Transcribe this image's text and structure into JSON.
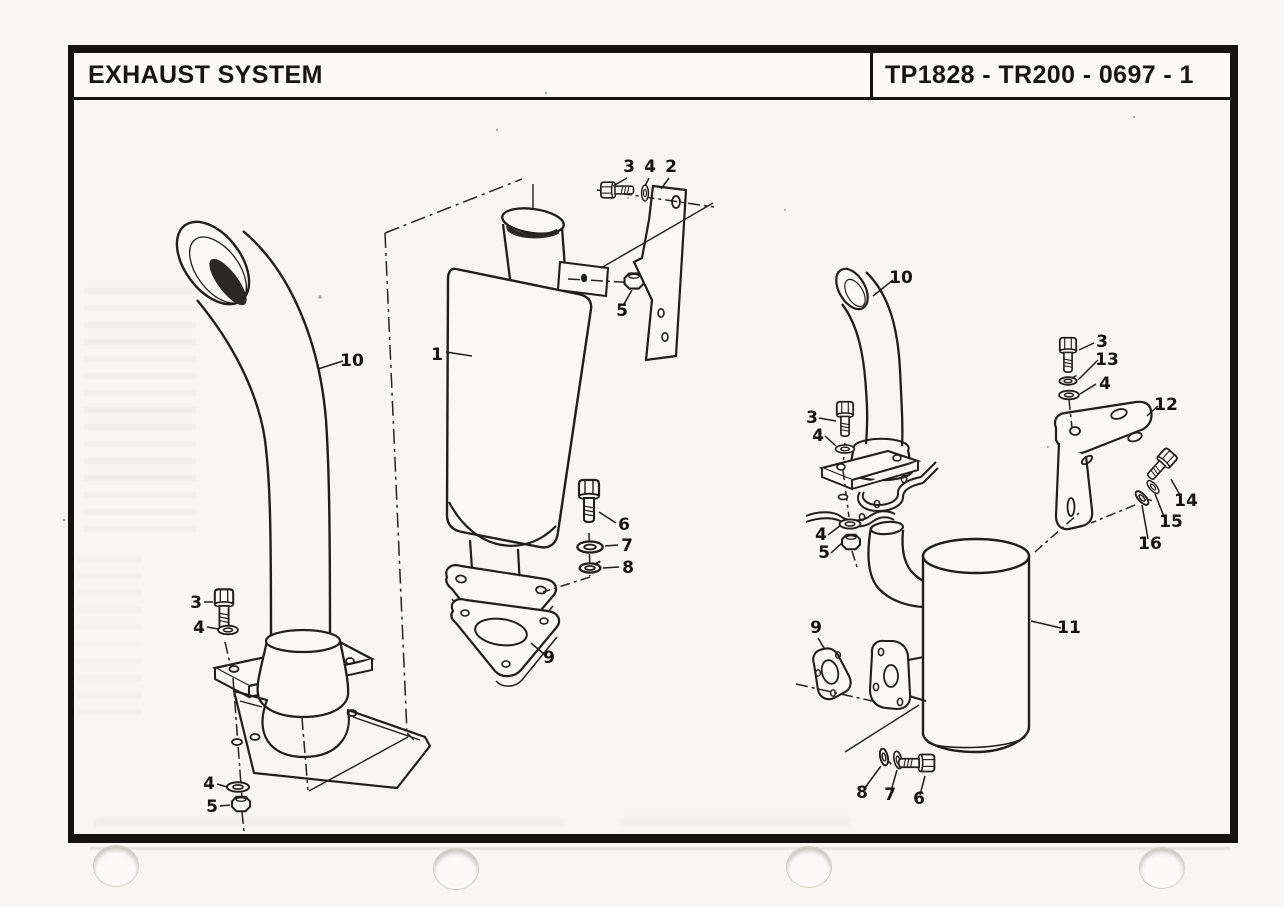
{
  "header": {
    "title": "EXHAUST SYSTEM",
    "doc_code": "TP1828 - TR200 - 0697 - 1"
  },
  "diagram": {
    "type": "exploded-parts-diagram",
    "left": {
      "description": "slanted muffler with curved exhaust stack",
      "callouts": {
        "stack_pipe": "10",
        "muffler": "1",
        "bracket_bolt": "3",
        "bracket_washer": "4",
        "bracket": "2",
        "bracket_nut": "5",
        "flange_bolt": "6",
        "flange_washer": "7",
        "flange_lockwasher": "8",
        "gasket": "9",
        "base_bolt": "3",
        "base_washer": "4",
        "lower_washer": "4",
        "lower_nut": "5"
      }
    },
    "right": {
      "description": "vertical canister muffler with curved stack and mounting bracket",
      "callouts": {
        "stack_pipe": "10",
        "clamp_bolt": "3",
        "clamp_washer": "4",
        "bracket_bolt": "3",
        "bracket_lockwasher": "13",
        "bracket_washer": "4",
        "bracket": "12",
        "side_bolt": "14",
        "side_washer": "15",
        "side_lockwasher": "16",
        "lower_washer": "4",
        "lower_nut": "5",
        "gasket": "9",
        "muffler": "11",
        "outlet_lockwasher": "8",
        "outlet_washer": "7",
        "outlet_bolt": "6"
      }
    }
  },
  "colors": {
    "ink": "#1f1e1b",
    "paper": "#f9f8f5",
    "frame": "#14130f"
  }
}
